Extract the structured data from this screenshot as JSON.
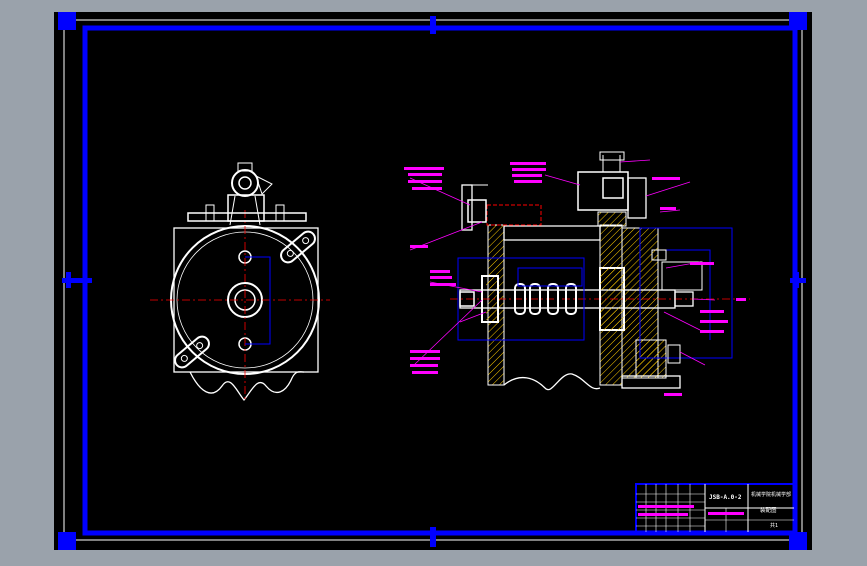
{
  "drawing": {
    "title_block": {
      "drawing_number": "JSB-A.0-2",
      "org_name": "机械学院机械学部",
      "drawing_name": "装配图",
      "sheet": "共1"
    }
  },
  "colors": {
    "background_desktop": "#9aa2ab",
    "sheet": "#000000",
    "frame": "#0000ff",
    "outline": "#ffffff",
    "annotation": "#ff00ff",
    "hatch": "#ffcc00",
    "section": "#ff0000"
  }
}
